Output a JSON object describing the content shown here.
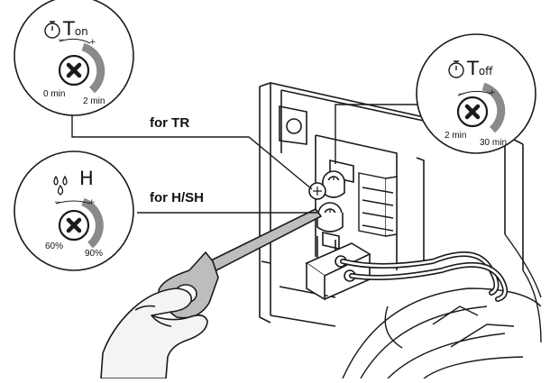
{
  "callouts": {
    "for_tr": "for TR",
    "for_hsh": "for H/SH"
  },
  "ton_dial": {
    "symbol": "T",
    "subscript": "on",
    "min_label": "0 min",
    "max_label": "2 min",
    "icon": "stopwatch-icon"
  },
  "toff_dial": {
    "symbol": "T",
    "subscript": "off",
    "min_label": "2 min",
    "max_label": "30 min",
    "icon": "stopwatch-icon"
  },
  "h_dial": {
    "symbol": "H",
    "min_label": "60%",
    "max_label": "90%",
    "icon": "water-drops-icon"
  },
  "colors": {
    "line": "#1a1a1a",
    "arc_gray": "#8a8a8a",
    "hand_fill": "#f4f4f4"
  }
}
